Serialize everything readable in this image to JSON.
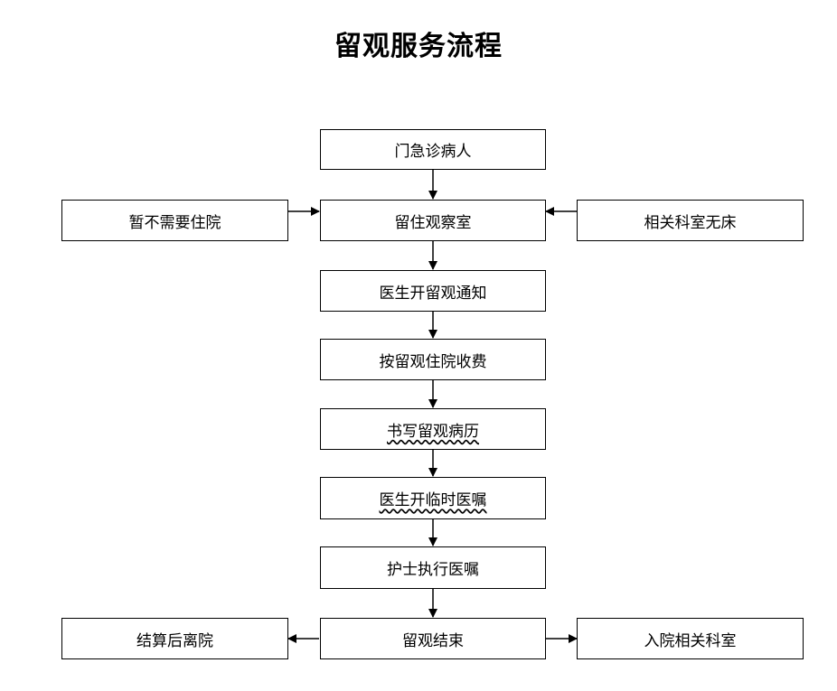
{
  "title": "留观服务流程",
  "nodes": {
    "patient": "门急诊病人",
    "observation_room": "留住观察室",
    "no_hospitalization": "暂不需要住院",
    "dept_no_bed": "相关科室无床",
    "doctor_notice": "医生开留观通知",
    "charge": "按留观住院收费",
    "record": "书写留观病历",
    "temp_order": "医生开临时医嘱",
    "nurse_execute": "护士执行医嘱",
    "end": "留观结束",
    "settle_leave": "结算后离院",
    "admit_dept": "入院相关科室"
  }
}
